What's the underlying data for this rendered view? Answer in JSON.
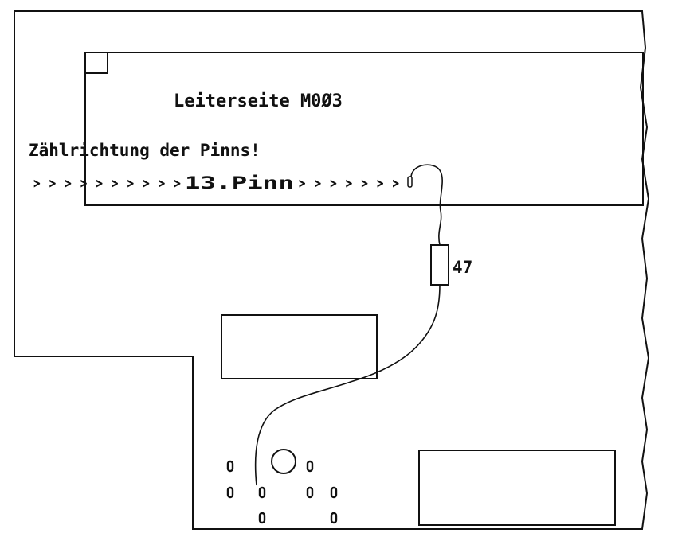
{
  "title": "Leiterseite M0Ø3",
  "direction_note": "Zählrichtung der Pinns!",
  "pin_arrow_text": "››››››››››13.Pinn›››››››",
  "resistor_label": "47",
  "colors": {
    "ink": "#111111",
    "paper": "#ffffff"
  }
}
